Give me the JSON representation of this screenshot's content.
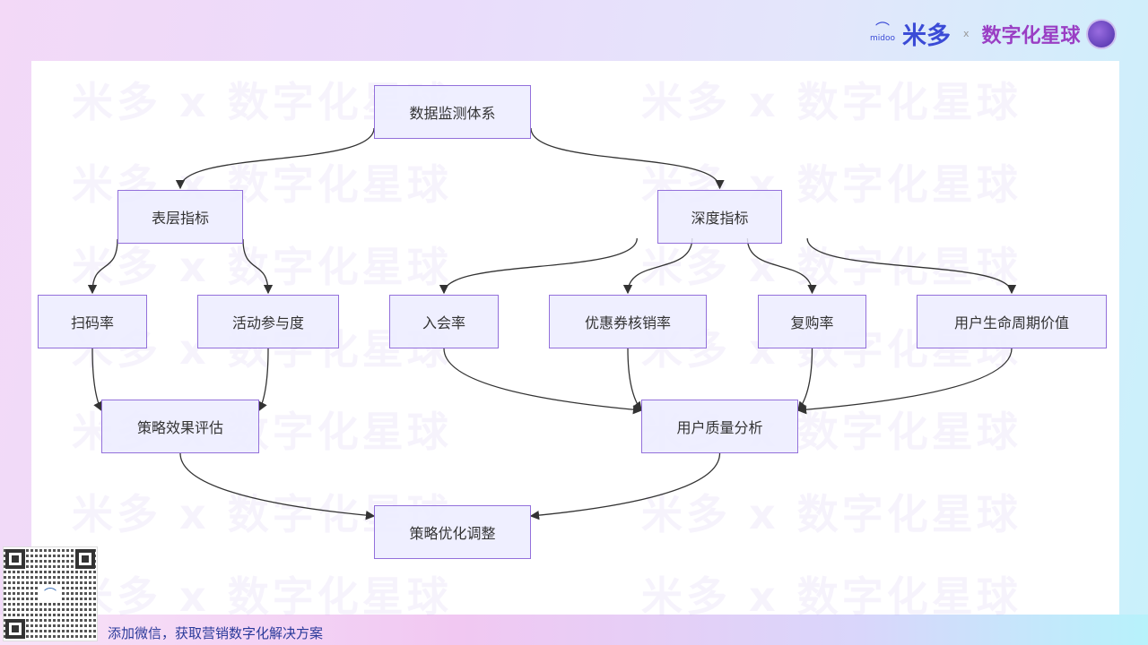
{
  "header": {
    "logo_sub": "midoo",
    "brand1": "米多",
    "separator": "x",
    "brand2": "数字化星球"
  },
  "watermark": {
    "text": "米多 x 数字化星球"
  },
  "diagram": {
    "nodes": [
      {
        "id": "root",
        "label": "数据监测体系"
      },
      {
        "id": "surface",
        "label": "表层指标"
      },
      {
        "id": "deep",
        "label": "深度指标"
      },
      {
        "id": "scan",
        "label": "扫码率"
      },
      {
        "id": "activity",
        "label": "活动参与度"
      },
      {
        "id": "join",
        "label": "入会率"
      },
      {
        "id": "coupon",
        "label": "优惠券核销率"
      },
      {
        "id": "repurchase",
        "label": "复购率"
      },
      {
        "id": "ltv",
        "label": "用户生命周期价值"
      },
      {
        "id": "eval",
        "label": "策略效果评估"
      },
      {
        "id": "quality",
        "label": "用户质量分析"
      },
      {
        "id": "optimize",
        "label": "策略优化调整"
      }
    ],
    "edges": [
      [
        "root",
        "surface"
      ],
      [
        "root",
        "deep"
      ],
      [
        "surface",
        "scan"
      ],
      [
        "surface",
        "activity"
      ],
      [
        "deep",
        "join"
      ],
      [
        "deep",
        "coupon"
      ],
      [
        "deep",
        "repurchase"
      ],
      [
        "deep",
        "ltv"
      ],
      [
        "scan",
        "eval"
      ],
      [
        "activity",
        "eval"
      ],
      [
        "join",
        "quality"
      ],
      [
        "coupon",
        "quality"
      ],
      [
        "repurchase",
        "quality"
      ],
      [
        "ltv",
        "quality"
      ],
      [
        "eval",
        "optimize"
      ],
      [
        "quality",
        "optimize"
      ]
    ]
  },
  "footer": {
    "text": "添加微信，获取营销数字化解决方案"
  }
}
